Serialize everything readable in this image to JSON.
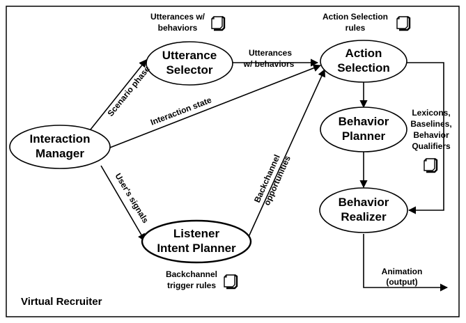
{
  "title": "Virtual Recruiter",
  "nodes": {
    "interaction_manager": [
      "Interaction",
      "Manager"
    ],
    "utterance_selector": [
      "Utterance",
      "Selector"
    ],
    "action_selection": [
      "Action",
      "Selection"
    ],
    "behavior_planner": [
      "Behavior",
      "Planner"
    ],
    "behavior_realizer": [
      "Behavior",
      "Realizer"
    ],
    "listener_intent_planner": [
      "Listener",
      "Intent Planner"
    ]
  },
  "resources": {
    "utterances": [
      "Utterances w/",
      "behaviors"
    ],
    "action_rules": [
      "Action Selection",
      "rules"
    ],
    "lexicons": [
      "Lexicons,",
      "Baselines,",
      "Behavior",
      "Qualifiers"
    ],
    "backchannel_rules": [
      "Backchannel",
      "trigger rules"
    ]
  },
  "edges": {
    "scenario_phase": "Scenario phase",
    "utterances_behaviors": [
      "Utterances",
      "w/ behaviors"
    ],
    "interaction_state": "Interaction state",
    "users_signals": "User's signals",
    "backchannel_opps": [
      "Backchannel",
      "opportunities"
    ],
    "animation_output": [
      "Animation",
      "(output)"
    ]
  }
}
